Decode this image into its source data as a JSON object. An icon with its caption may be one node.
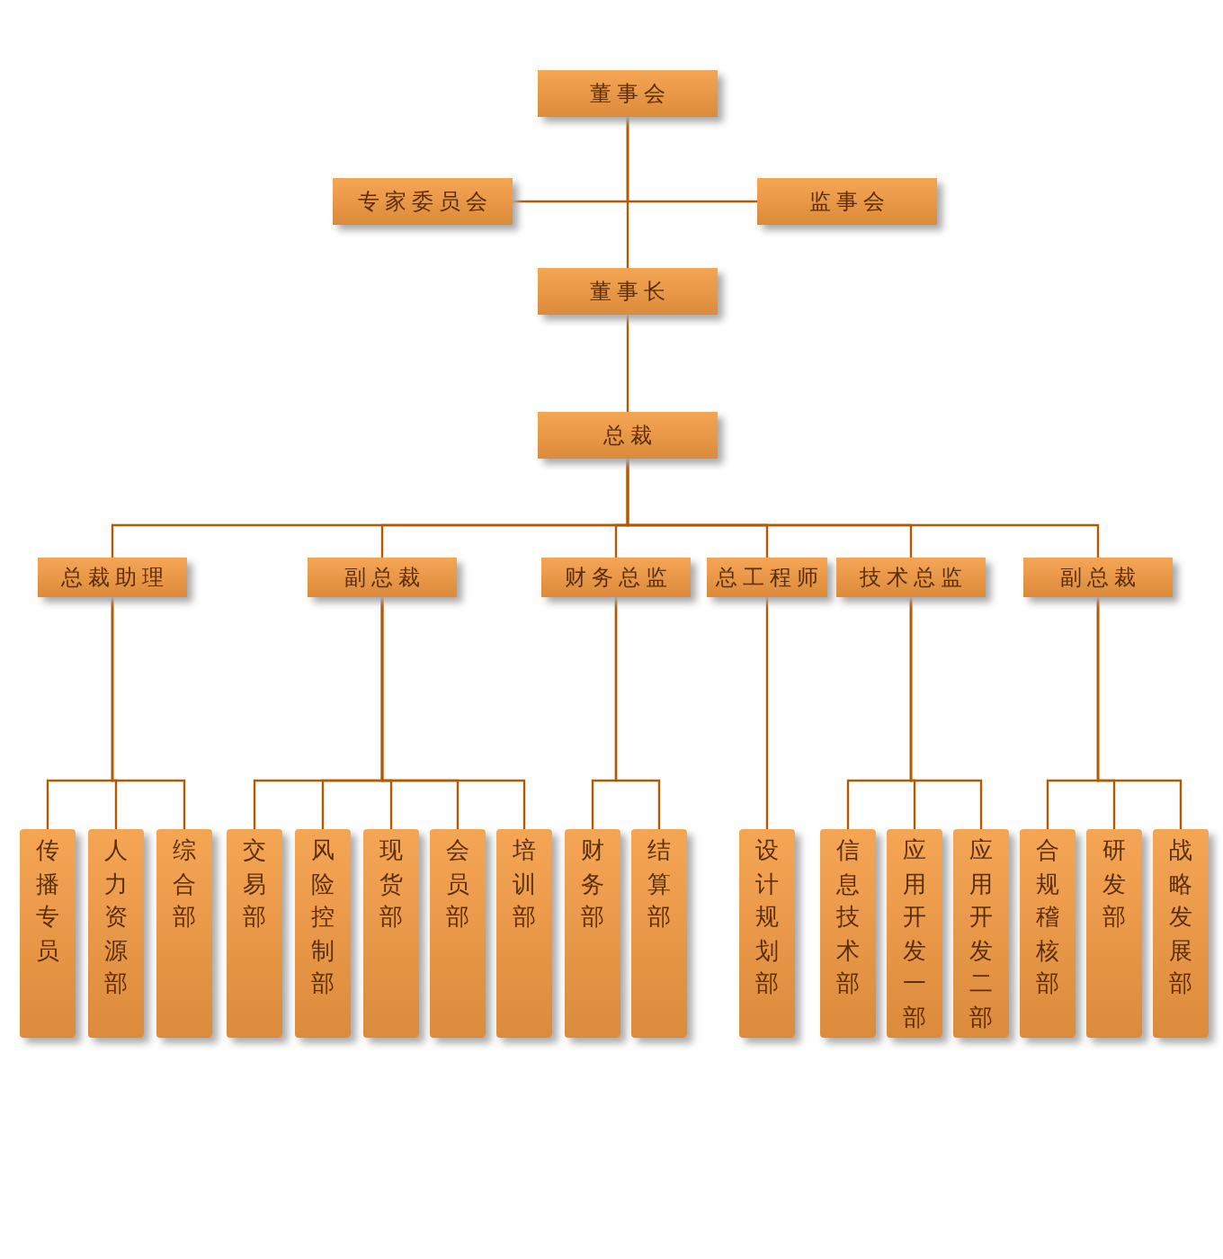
{
  "diagram": {
    "nodes": [
      {
        "text": [
          "董事会"
        ]
      },
      {
        "text": [
          "专家委员会"
        ]
      },
      {
        "text": [
          "监事会"
        ]
      },
      {
        "text": [
          "董事长"
        ]
      },
      {
        "text": [
          "总裁"
        ]
      },
      {
        "text": [
          "总裁助理"
        ]
      },
      {
        "text": [
          "副总裁"
        ]
      },
      {
        "text": [
          "财务总监"
        ]
      },
      {
        "text": [
          "总工程师"
        ]
      },
      {
        "text": [
          "技术总监"
        ]
      },
      {
        "text": [
          "副总裁"
        ]
      },
      {
        "text": [
          "传播专员"
        ]
      },
      {
        "text": [
          "人力资源部"
        ]
      },
      {
        "text": [
          "综合部"
        ]
      },
      {
        "text": [
          "交易部"
        ]
      },
      {
        "text": [
          "风险控制部"
        ]
      },
      {
        "text": [
          "现货部"
        ]
      },
      {
        "text": [
          "会员部"
        ]
      },
      {
        "text": [
          "培训部"
        ]
      },
      {
        "text": [
          "财务部"
        ]
      },
      {
        "text": [
          "结算部"
        ]
      },
      {
        "text": [
          "设计规划部"
        ]
      },
      {
        "text": [
          "信息技术部"
        ]
      },
      {
        "text": [
          "应用开发一部"
        ]
      },
      {
        "text": [
          "应用开发二部"
        ]
      },
      {
        "text": [
          "合规稽核部"
        ]
      },
      {
        "text": [
          "研发部"
        ]
      },
      {
        "text": [
          "战略发展部"
        ]
      }
    ],
    "edges": [
      {
        "from": 0,
        "to": 1,
        "arrow": "none"
      },
      {
        "from": 0,
        "to": 2,
        "arrow": "none"
      },
      {
        "from": 0,
        "to": 3,
        "arrow": "none"
      },
      {
        "from": 3,
        "to": 4,
        "arrow": "none"
      },
      {
        "from": 4,
        "to": 5,
        "arrow": "none"
      },
      {
        "from": 4,
        "to": 6,
        "arrow": "none"
      },
      {
        "from": 4,
        "to": 7,
        "arrow": "none"
      },
      {
        "from": 4,
        "to": 8,
        "arrow": "none"
      },
      {
        "from": 4,
        "to": 9,
        "arrow": "none"
      },
      {
        "from": 4,
        "to": 10,
        "arrow": "none"
      },
      {
        "from": 5,
        "to": 11,
        "arrow": "none"
      },
      {
        "from": 5,
        "to": 12,
        "arrow": "none"
      },
      {
        "from": 5,
        "to": 13,
        "arrow": "none"
      },
      {
        "from": 6,
        "to": 14,
        "arrow": "none"
      },
      {
        "from": 6,
        "to": 15,
        "arrow": "none"
      },
      {
        "from": 6,
        "to": 16,
        "arrow": "none"
      },
      {
        "from": 6,
        "to": 17,
        "arrow": "none"
      },
      {
        "from": 6,
        "to": 18,
        "arrow": "none"
      },
      {
        "from": 7,
        "to": 19,
        "arrow": "none"
      },
      {
        "from": 7,
        "to": 20,
        "arrow": "none"
      },
      {
        "from": 8,
        "to": 21,
        "arrow": "none"
      },
      {
        "from": 9,
        "to": 22,
        "arrow": "none"
      },
      {
        "from": 9,
        "to": 23,
        "arrow": "none"
      },
      {
        "from": 9,
        "to": 24,
        "arrow": "none"
      },
      {
        "from": 10,
        "to": 25,
        "arrow": "none"
      },
      {
        "from": 10,
        "to": 26,
        "arrow": "none"
      },
      {
        "from": 10,
        "to": 27,
        "arrow": "none"
      }
    ]
  }
}
